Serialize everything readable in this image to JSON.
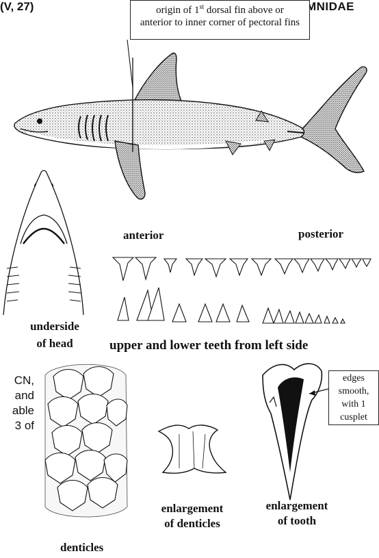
{
  "header": {
    "left_text": "(V, 27)",
    "right_text": "LAMNIDAE"
  },
  "callout": {
    "line1": "origin of 1",
    "sup": "st",
    "line1_rest": " dorsal fin above or",
    "line2": "anterior to inner corner of pectoral fins"
  },
  "head_labels": {
    "line1": "underside",
    "line2": "of head"
  },
  "teeth_labels": {
    "anterior": "anterior",
    "posterior": "posterior",
    "caption": "upper and lower teeth from left side"
  },
  "side_text": {
    "line1": "CN,",
    "line2": "and",
    "line3": "able",
    "line4": "3 of"
  },
  "denticles_label": "denticles",
  "enlarged_denticles": {
    "line1": "enlargement",
    "line2": "of denticles"
  },
  "enlarged_tooth": {
    "line1": "enlargement",
    "line2": "of tooth"
  },
  "edge_note": {
    "line1": "edges",
    "line2": "smooth,",
    "line3": "with 1",
    "line4": "cusplet"
  }
}
